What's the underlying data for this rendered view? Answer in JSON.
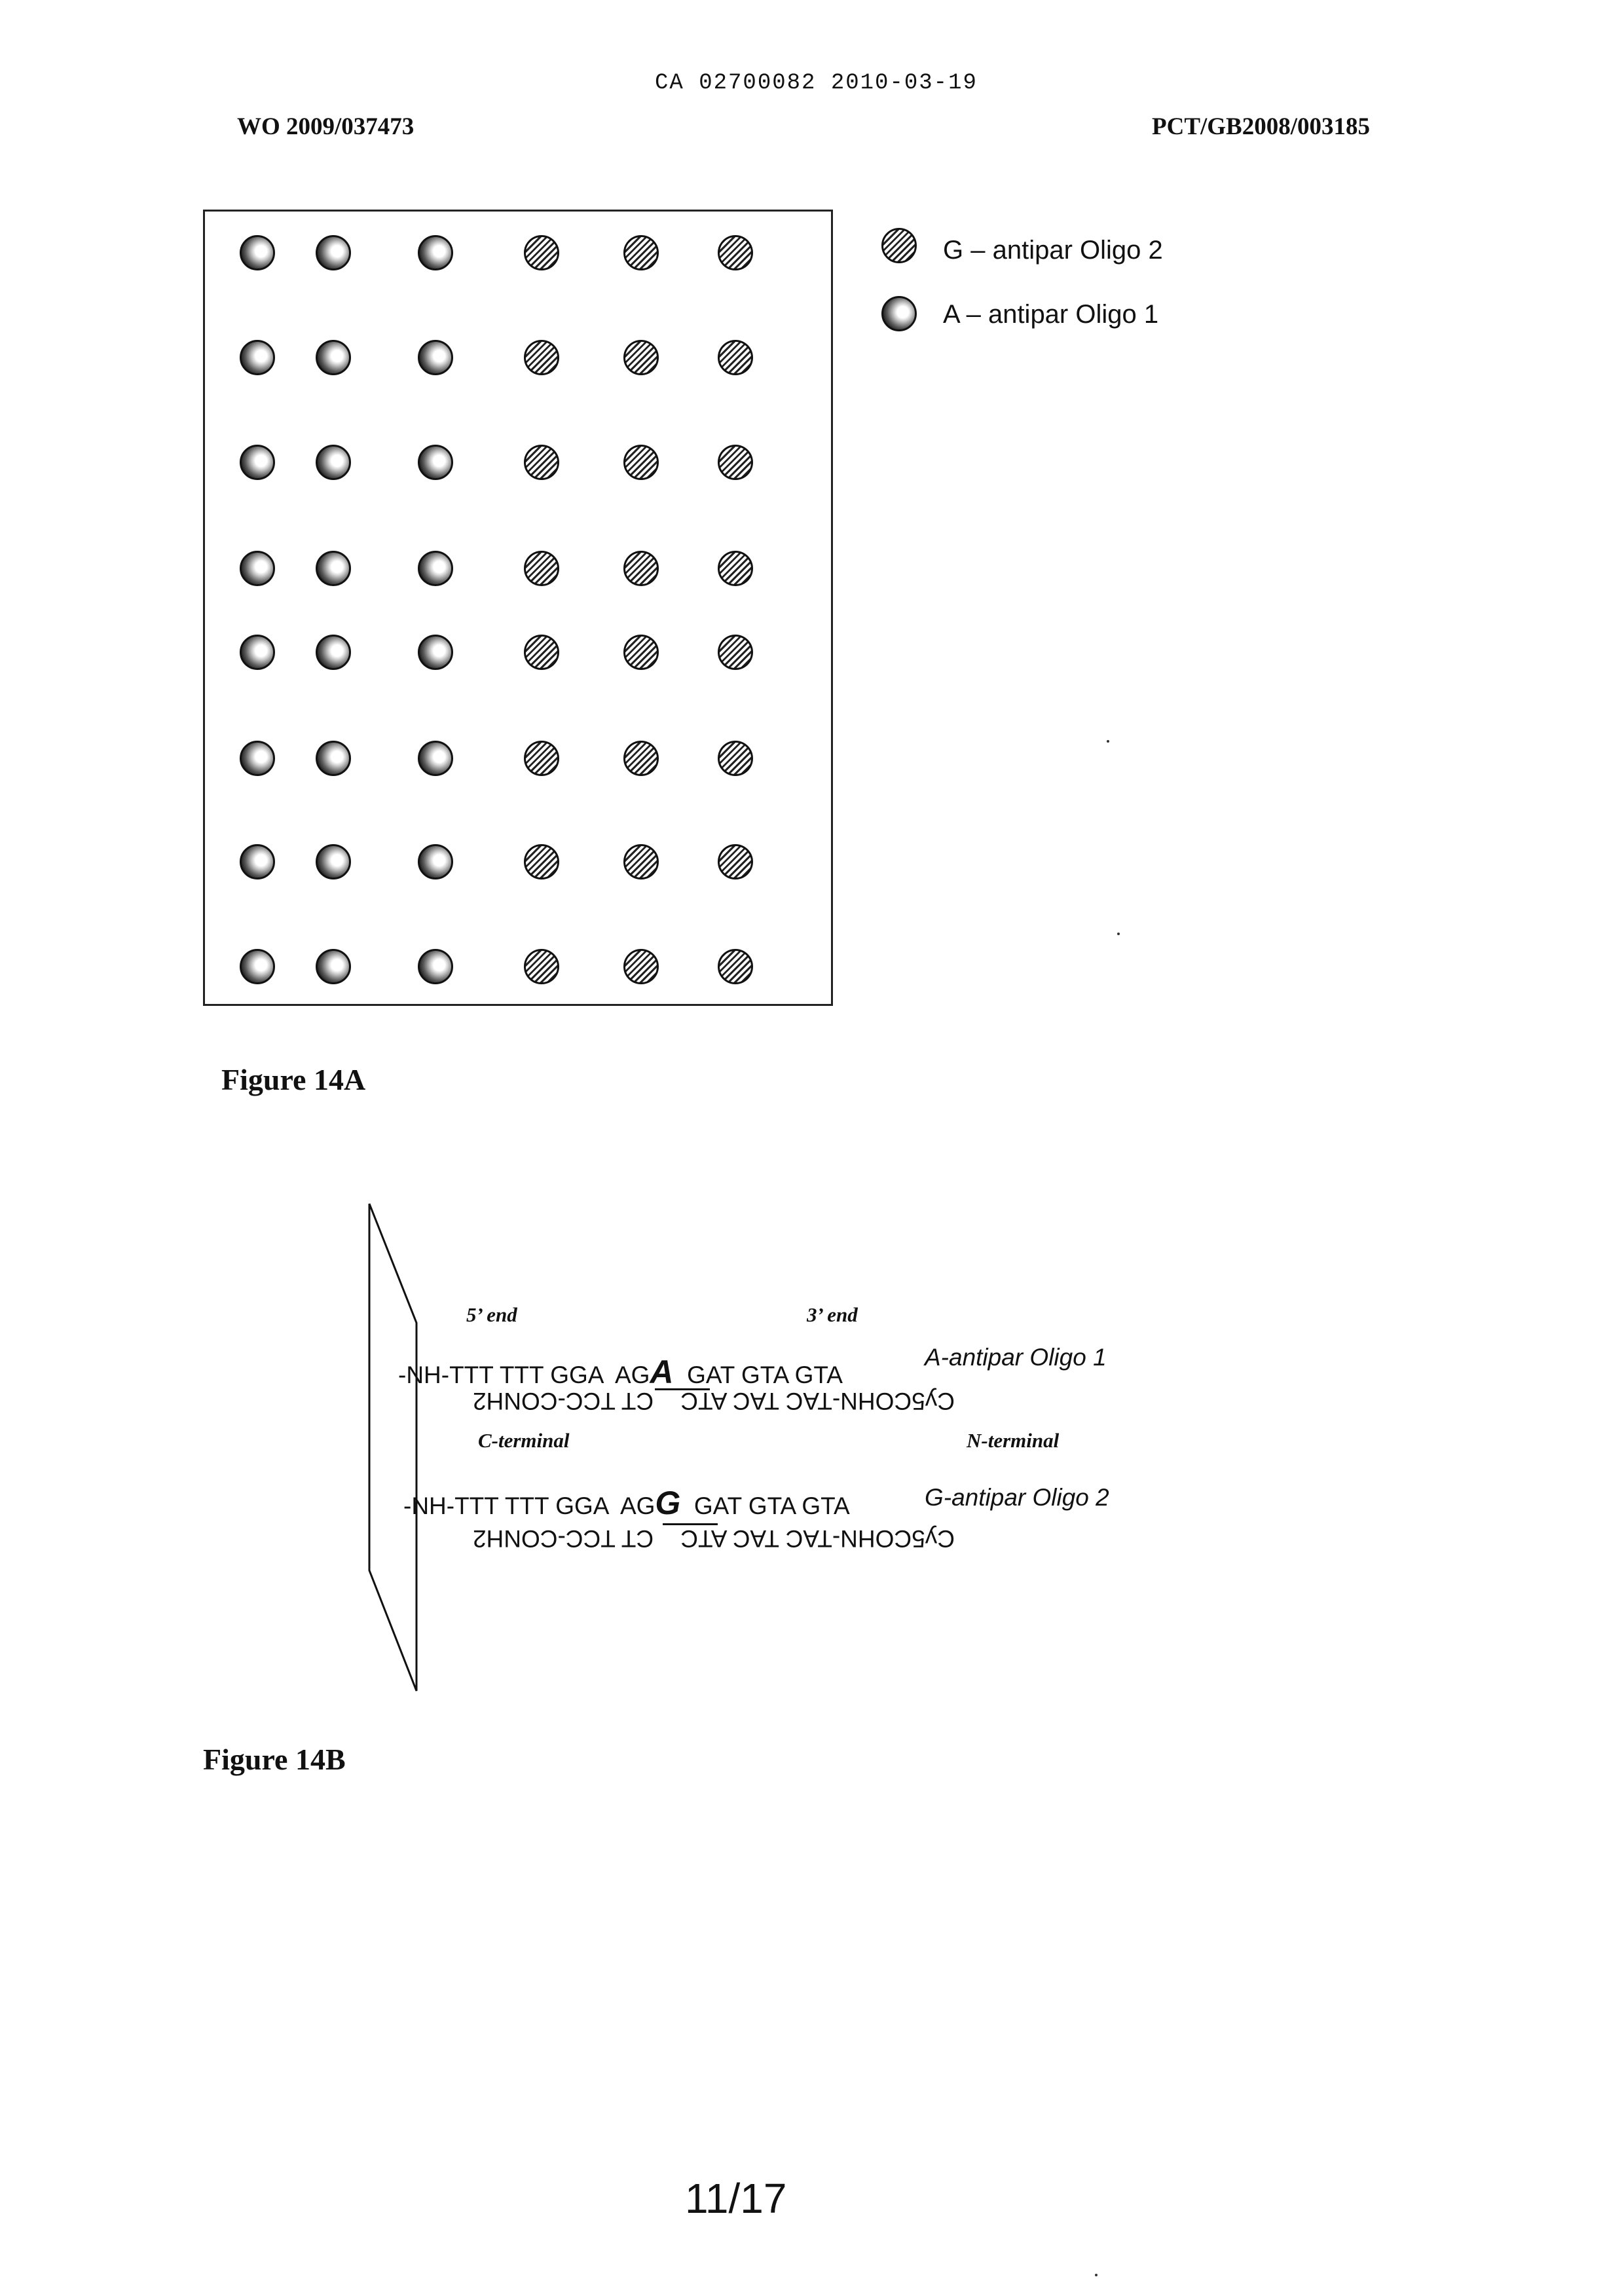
{
  "header": {
    "ca_line": "CA 02700082 2010-03-19",
    "wo_number": "WO 2009/037473",
    "pct_number": "PCT/GB2008/003185"
  },
  "figure_14a": {
    "caption": "Figure 14A",
    "grid": {
      "rows": 8,
      "columns": 6,
      "column_types": [
        "A",
        "A",
        "A",
        "G",
        "G",
        "G"
      ]
    },
    "legend": [
      {
        "icon": "hatched-spot-icon",
        "label": "G – antipar Oligo 2"
      },
      {
        "icon": "shaded-spot-icon",
        "label": "A – antipar Oligo 1"
      }
    ]
  },
  "figure_14b": {
    "caption": "Figure 14B",
    "five_prime": "5’ end",
    "three_prime": "3’ end",
    "c_terminal": "C-terminal",
    "n_terminal": "N-terminal",
    "oligo1": {
      "prefix": "-NH-TTT TTT GGA  AG",
      "base": "A",
      "suffix": "  GAT GTA GTA",
      "label": "A-antipar Oligo 1",
      "pna": "Cy5COHN-TAC TAC ATC    CT TCC-CONH2"
    },
    "oligo2": {
      "prefix": "-NH-TTT TTT GGA  AG",
      "base": "G",
      "suffix": "  GAT GTA GTA",
      "label": "G-antipar Oligo 2",
      "pna": "Cy5COHN-TAC TAC ATC    CT TCC-CONH2"
    }
  },
  "footer": {
    "page_number": "11/17"
  }
}
